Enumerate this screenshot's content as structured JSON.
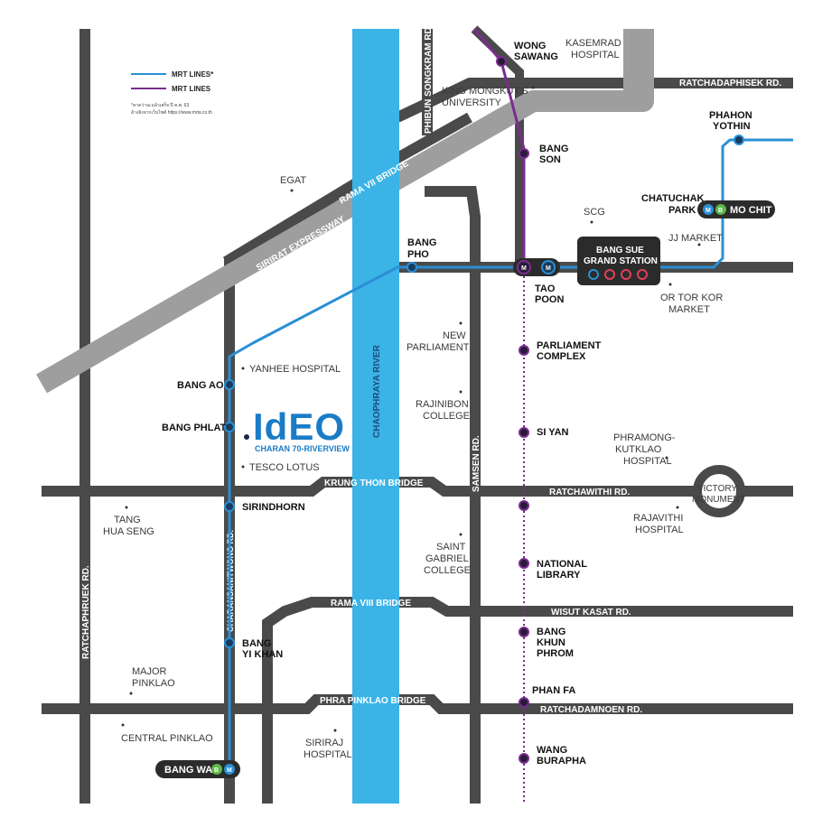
{
  "legend": {
    "items": [
      {
        "label": "MRT LINES*",
        "color": "#2a8fd6"
      },
      {
        "label": "MRT LINES",
        "color": "#7b2d8e"
      }
    ],
    "note_line1": "*คาดว่าจะแล้วเสร็จ ปี ค.ศ. 63",
    "note_line2": "อ้างอิงจากเว็บไซต์ https://www.mrta.co.th"
  },
  "colors": {
    "road": "#4a4a4a",
    "expressway": "#9e9e9e",
    "river": "#3bb3e6",
    "blue_line": "#2a8fd6",
    "purple_line": "#7b2d8e",
    "brand": "#1a7cc7"
  },
  "project": {
    "logo": "IdEO",
    "subtitle": "CHARAN 70-RIVERVIEW"
  },
  "roads": {
    "ratchadaphisek": "RATCHADAPHISEK RD.",
    "rama7": "RAMA VII BRIDGE",
    "sirirat_expressway": "SIRIRAT EXPRESSWAY",
    "phibun_songkram": "PHIBUN SONGKRAM RD.",
    "samsen": "SAMSEN RD.",
    "krung_thon": "KRUNG THON BRIDGE",
    "ratchawithi": "RATCHAWITHI RD.",
    "rama8": "RAMA VIII BRIDGE",
    "wisut_kasat": "WISUT KASAT RD.",
    "phra_pinklao": "PHRA PINKLAO BRIDGE",
    "ratchadamnoen": "RATCHADAMNOEN RD.",
    "ratchaphruek": "RATCHAPHRUEK RD.",
    "charansanitwong": "CHARANSANITWONG RD.",
    "river": "CHAOPHRAYA RIVER"
  },
  "stations": {
    "bang_ao": "BANG AO",
    "bang_phlat": "BANG PHLAT",
    "sirindhorn": "SIRINDHORN",
    "bang_yi_khan_1": "BANG",
    "bang_yi_khan_2": "YI KHAN",
    "bang_wa": "BANG WA",
    "bang_pho_1": "BANG",
    "bang_pho_2": "PHO",
    "tao_poon_1": "TAO",
    "tao_poon_2": "POON",
    "bang_son_1": "BANG",
    "bang_son_2": "SON",
    "wong_sawang_1": "WONG",
    "wong_sawang_2": "SAWANG",
    "parliament_1": "PARLIAMENT",
    "parliament_2": "COMPLEX",
    "si_yan": "SI YAN",
    "national_library_1": "NATIONAL",
    "national_library_2": "LIBRARY",
    "bang_khun_phrom_1": "BANG",
    "bang_khun_phrom_2": "KHUN",
    "bang_khun_phrom_3": "PHROM",
    "phan_fa": "PHAN FA",
    "wang_burapha_1": "WANG",
    "wang_burapha_2": "BURAPHA",
    "phahon_yothin_1": "PHAHON",
    "phahon_yothin_2": "YOTHIN",
    "chatuchak_1": "CHATUCHAK",
    "chatuchak_2": "PARK",
    "mo_chit": "MO CHIT",
    "bang_sue_1": "BANG SUE",
    "bang_sue_2": "GRAND STATION"
  },
  "places": {
    "kasemrad_1": "KASEMRAD",
    "kasemrad_2": "HOSPITAL",
    "kmutnb_1": "KING MONGKUT'S",
    "kmutnb_2": "UNIVERSITY",
    "egat": "EGAT",
    "scg": "SCG",
    "jj_market": "JJ MARKET",
    "or_tor_kor_1": "OR TOR KOR",
    "or_tor_kor_2": "MARKET",
    "new_parliament_1": "NEW",
    "new_parliament_2": "PARLIAMENT",
    "rajinibon_1": "RAJINIBON",
    "rajinibon_2": "COLLEGE",
    "phramong_1": "PHRAMONG-",
    "phramong_2": "KUTKLAO",
    "phramong_3": "HOSPITAL",
    "victory_1": "VICTORY",
    "victory_2": "MONUMENT",
    "rajavithi_1": "RAJAVITHI",
    "rajavithi_2": "HOSPITAL",
    "yanhee": "YANHEE HOSPITAL",
    "tesco": "TESCO LOTUS",
    "tang_hua_1": "TANG",
    "tang_hua_2": "HUA SENG",
    "saint_gabriel_1": "SAINT",
    "saint_gabriel_2": "GABRIEL",
    "saint_gabriel_3": "COLLEGE",
    "major_1": "MAJOR",
    "major_2": "PINKLAO",
    "central_pinklao": "CENTRAL PINKLAO",
    "siriraj_1": "SIRIRAJ",
    "siriraj_2": "HOSPITAL"
  },
  "badges": {
    "metro": "M",
    "bts": "B"
  }
}
